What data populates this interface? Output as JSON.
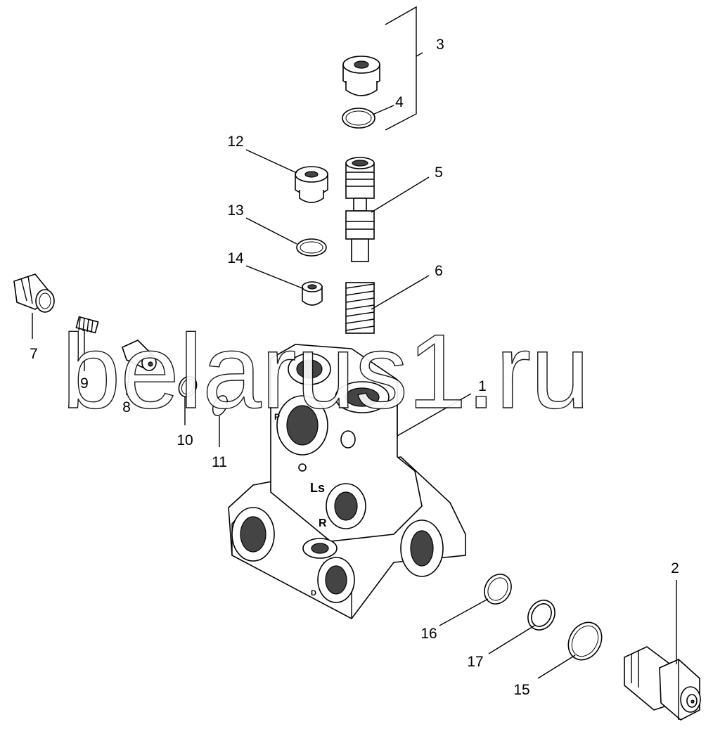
{
  "watermark": "belarus1.ru",
  "callouts": {
    "c1": "1",
    "c2": "2",
    "c3": "3",
    "c4": "4",
    "c5": "5",
    "c6": "6",
    "c7": "7",
    "c8": "8",
    "c9": "9",
    "c10": "10",
    "c11": "11",
    "c12": "12",
    "c13": "13",
    "c14": "14",
    "c15": "15",
    "c16": "16",
    "c17": "17"
  },
  "port_markings": {
    "p": "P",
    "ls": "Ls",
    "r": "R",
    "d": "D"
  }
}
